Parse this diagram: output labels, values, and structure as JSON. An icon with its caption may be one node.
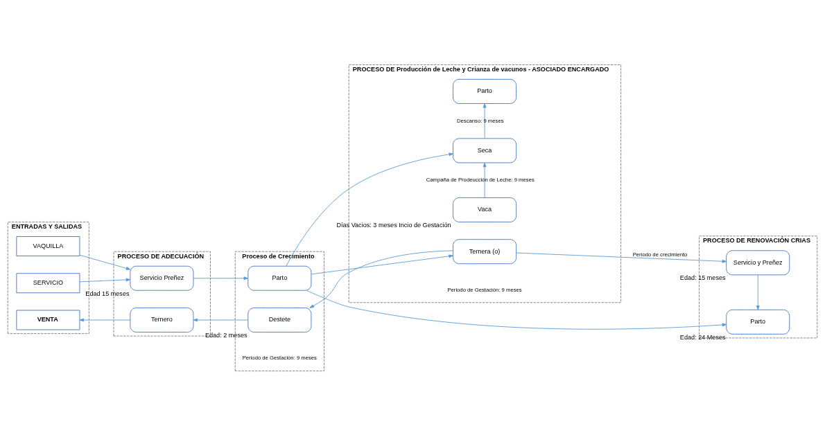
{
  "diagram": {
    "nodes": [
      {
        "text": [
          "ENTRADAS Y SALIDAS"
        ]
      },
      {
        "text": [
          "VAQUILLA"
        ],
        "in": 0
      },
      {
        "text": [
          "SERVICIO"
        ],
        "in": 0
      },
      {
        "text": [
          "VENTA"
        ],
        "in": 0
      },
      {
        "text": [
          "PROCESO DE ADECUACIÓN"
        ]
      },
      {
        "text": [
          "Servicio Preñez"
        ],
        "in": 4,
        "beside": [
          "Edad 15 meses"
        ]
      },
      {
        "text": [
          "Ternero"
        ],
        "in": 4
      },
      {
        "text": [
          "Proceso de Crecimiento"
        ]
      },
      {
        "text": [
          "Parto"
        ],
        "in": 7
      },
      {
        "text": [
          "Destete"
        ],
        "in": 7,
        "beside": [
          "Edad: 2 meses"
        ]
      },
      {
        "text": [
          "PROCESO DE Producción de Leche y Crianza de vacunos - ASOCIADO ENCARGADO"
        ]
      },
      {
        "text": [
          "Vaca"
        ],
        "in": 10,
        "beside": [
          "Días Vacios: 3 meses Incio de Gestación"
        ]
      },
      {
        "text": [
          "Seca"
        ],
        "in": 10
      },
      {
        "text": [
          "Parto"
        ],
        "in": 10
      },
      {
        "text": [
          "Ternera (o)"
        ],
        "in": 10
      },
      {
        "text": [
          "PROCESO DE RENOVACIÓN CRIAS"
        ]
      },
      {
        "text": [
          "Parto"
        ],
        "in": 15,
        "beside": [
          "Edad: 24 Meses"
        ]
      },
      {
        "text": [
          "Servicio y Preñez"
        ],
        "in": 15,
        "beside": [
          "Edad: 15 meses"
        ]
      }
    ],
    "edges": [
      {
        "from": 1,
        "to": 5,
        "arrow": "to"
      },
      {
        "from": 2,
        "to": 5,
        "arrow": "to"
      },
      {
        "from": 5,
        "to": 8,
        "arrow": "to"
      },
      {
        "from": 8,
        "to": 16,
        "arrow": "to"
      },
      {
        "from": 8,
        "to": 12,
        "arrow": "to"
      },
      {
        "from": 8,
        "to": 14,
        "arrow": "to"
      },
      {
        "from": 11,
        "to": 12,
        "arrow": "to",
        "label": "Campaña de Prodeucción de Leche: 9 meses"
      },
      {
        "from": 12,
        "to": 13,
        "arrow": "to",
        "label": "Descanso: 9 meses"
      },
      {
        "from": 14,
        "to": 9,
        "arrow": "to"
      },
      {
        "from": 9,
        "to": 6,
        "arrow": "to"
      },
      {
        "from": 6,
        "to": 3,
        "arrow": "to"
      },
      {
        "from": 14,
        "to": 17,
        "arrow": "to",
        "label": "Periodo de crecimiento"
      },
      {
        "from": 17,
        "to": 16,
        "arrow": "to"
      }
    ],
    "labels": [
      "Periodo de Gestación: 9 meses",
      "Periodo de Gestación: 9 meses"
    ]
  }
}
